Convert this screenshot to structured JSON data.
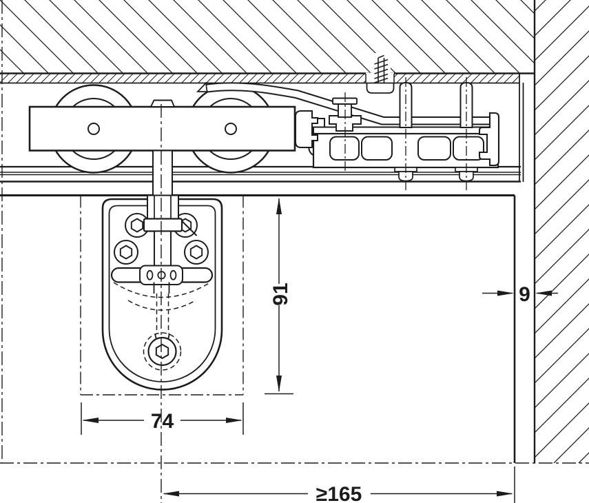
{
  "drawing": {
    "type": "technical-cross-section",
    "labels": {
      "dim_cover_width": "74",
      "dim_cover_height": "91",
      "dim_wall_clearance": "9",
      "dim_min_track_clearance": "≥165"
    },
    "colors": {
      "line": "#1c1c1c",
      "background": "#ffffff"
    }
  }
}
